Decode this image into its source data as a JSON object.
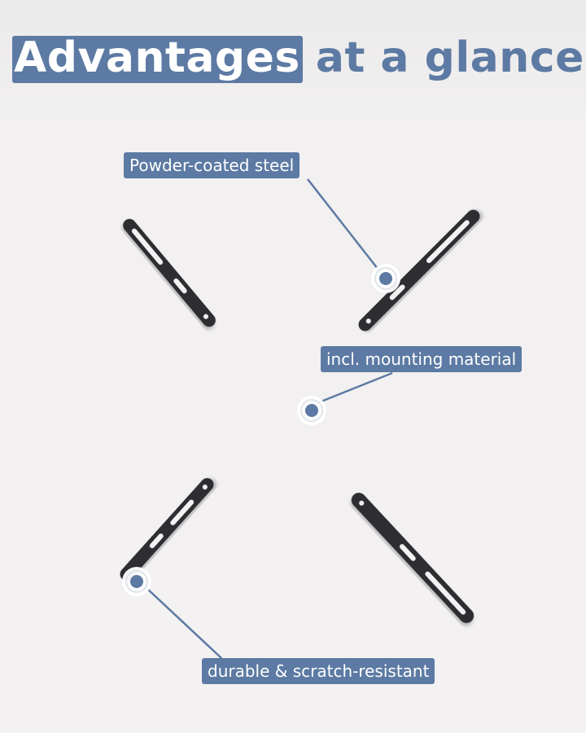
{
  "heading": {
    "highlight": "Advantages",
    "rest": "at a glance"
  },
  "callouts": [
    {
      "label": "Powder-coated steel"
    },
    {
      "label": "incl. mounting material"
    },
    {
      "label": "durable & scratch-resistant"
    }
  ],
  "colors": {
    "accent": "#5c7aa3",
    "bracket": "#2d2e30",
    "background": "#f3f1f2"
  }
}
